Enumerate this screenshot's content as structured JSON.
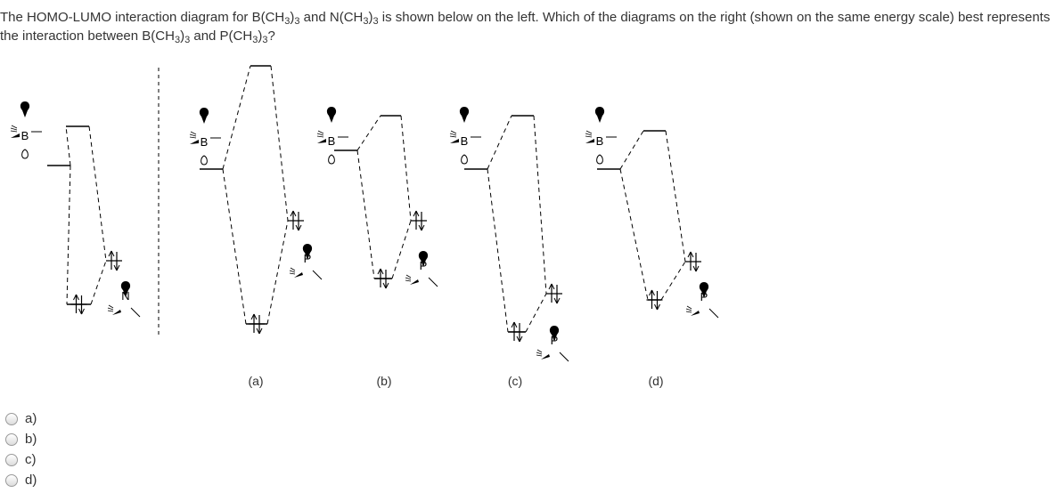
{
  "question": {
    "p1": "The HOMO-LUMO interaction diagram for B(CH",
    "s1": "3",
    "p2": ")",
    "s2": "3",
    "p3": " and N(CH",
    "s3": "3",
    "p4": ")",
    "s4": "3",
    "p5": " is shown below on the left. Which of the diagrams on the right (shown on the same energy scale) best represents the interaction between B(CH",
    "s5": "3",
    "p6": ")",
    "s6": "3",
    "p7": " and P(CH",
    "s7": "3",
    "p8": ")",
    "s8": "3",
    "p9": "?"
  },
  "diagram": {
    "reference": {
      "left_atom": "B",
      "right_atom": "N"
    },
    "panels": [
      {
        "label": "(a)",
        "left_atom": "B",
        "right_atom": "P"
      },
      {
        "label": "(b)",
        "left_atom": "B",
        "right_atom": "P"
      },
      {
        "label": "(c)",
        "left_atom": "B",
        "right_atom": "P"
      },
      {
        "label": "(d)",
        "left_atom": "B",
        "right_atom": "P"
      }
    ]
  },
  "options": [
    {
      "label": "a)"
    },
    {
      "label": "b)"
    },
    {
      "label": "c)"
    },
    {
      "label": "d)"
    }
  ]
}
